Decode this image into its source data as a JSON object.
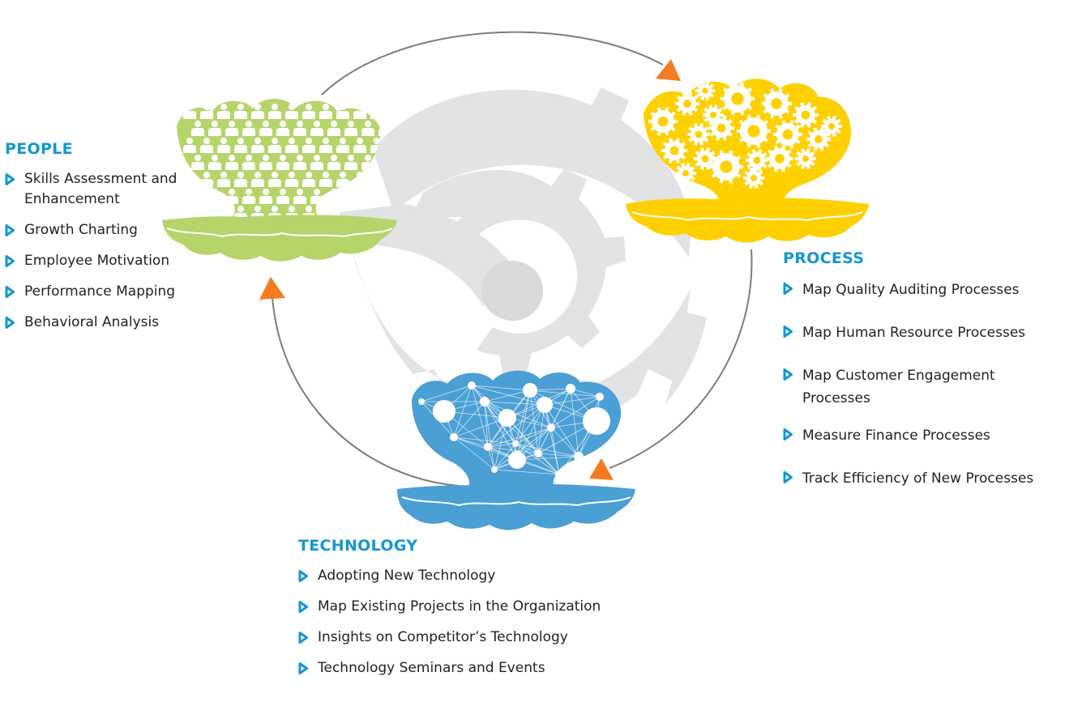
{
  "colors": {
    "accent_blue": "#1497cf",
    "arrow_orange": "#f47b20",
    "people_green": "#b5d56a",
    "process_yellow": "#ffd000",
    "technology_blue": "#4a9fd5",
    "gear_gray": "#e2e3e5",
    "cycle_line": "#7c7c7c"
  },
  "sections": {
    "people": {
      "title": "PEOPLE",
      "icon": "people-group-icon",
      "items": [
        "Skills Assessment and Enhancement",
        "Growth Charting",
        "Employee Motivation",
        "Performance Mapping",
        "Behavioral Analysis"
      ]
    },
    "process": {
      "title": "PROCESS",
      "icon": "gears-icon",
      "items": [
        "Map Quality Auditing Processes",
        "Map Human Resource Processes",
        "Map Customer Engagement Processes",
        "Measure Finance Processes",
        "Track Efficiency of New Processes"
      ]
    },
    "technology": {
      "title": "TECHNOLOGY",
      "icon": "network-icon",
      "items": [
        "Adopting New Technology",
        "Map Existing Projects in the Organization",
        "Insights on Competitor’s Technology",
        "Technology Seminars and Events"
      ]
    }
  }
}
